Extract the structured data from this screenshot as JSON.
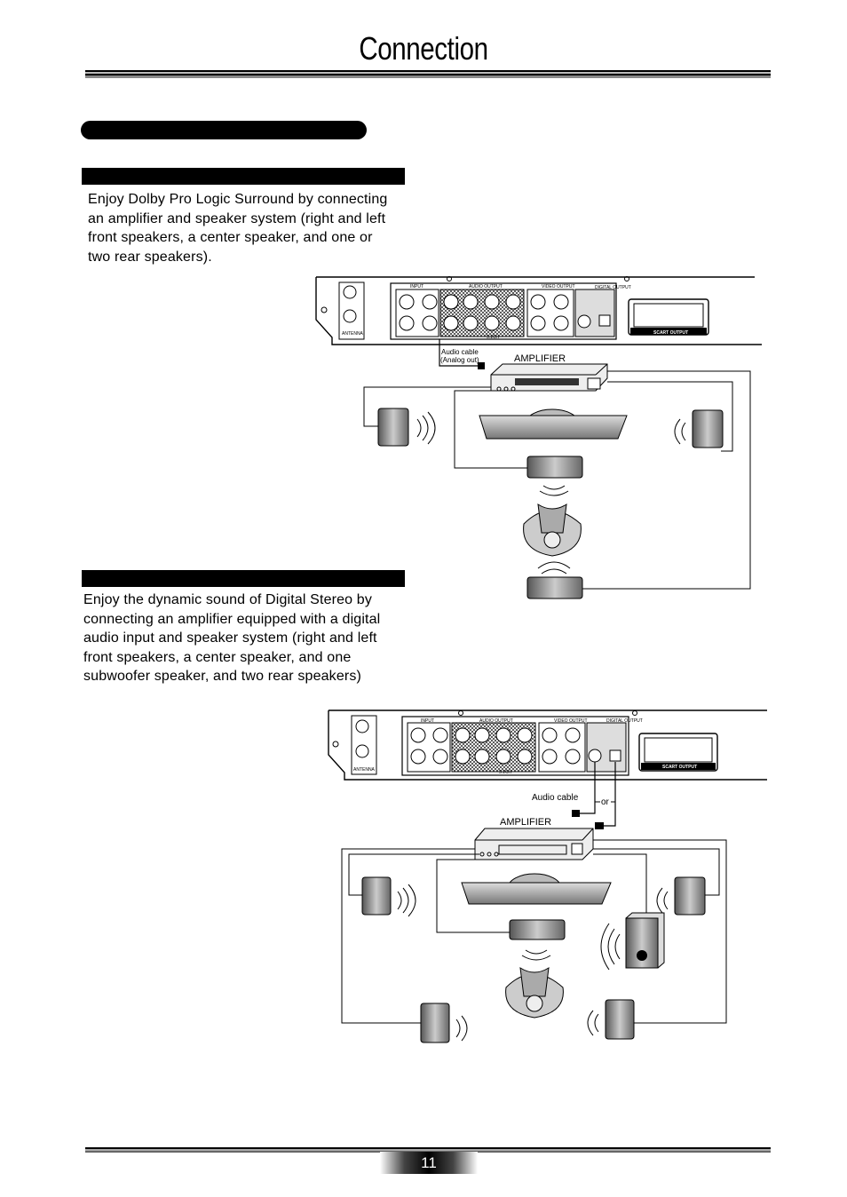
{
  "page": {
    "title": "Connection",
    "number": "11"
  },
  "section1": {
    "text": "Enjoy Dolby Pro Logic Surround by connecting\nan amplifier and speaker system (right and left\nfront speakers, a center speaker, and one or\ntwo rear speakers)."
  },
  "section2": {
    "text": "Enjoy the dynamic sound of Digital Stereo by\nconnecting an amplifier equipped with a digital\naudio input and speaker system (right and left\nfront speakers, a center speaker, and one\nsubwoofer speaker, and two rear speakers)"
  },
  "diagram1": {
    "panel_labels": [
      "INPUT",
      "AUDIO OUTPUT",
      "VIDEO OUTPUT",
      "DIGITAL OUTPUT",
      "SCART OUTPUT",
      "5.1CH",
      "ANTENNA"
    ],
    "cable_label_1": "Audio cable",
    "cable_label_2": "(Analog out)",
    "amplifier_label": "AMPLIFIER"
  },
  "diagram2": {
    "panel_labels": [
      "INPUT",
      "AUDIO OUTPUT",
      "VIDEO OUTPUT",
      "DIGITAL OUTPUT",
      "SCART OUTPUT",
      "5.1CH",
      "ANTENNA"
    ],
    "cable_label": "Audio cable",
    "or_label": "or",
    "amplifier_label": "AMPLIFIER"
  }
}
